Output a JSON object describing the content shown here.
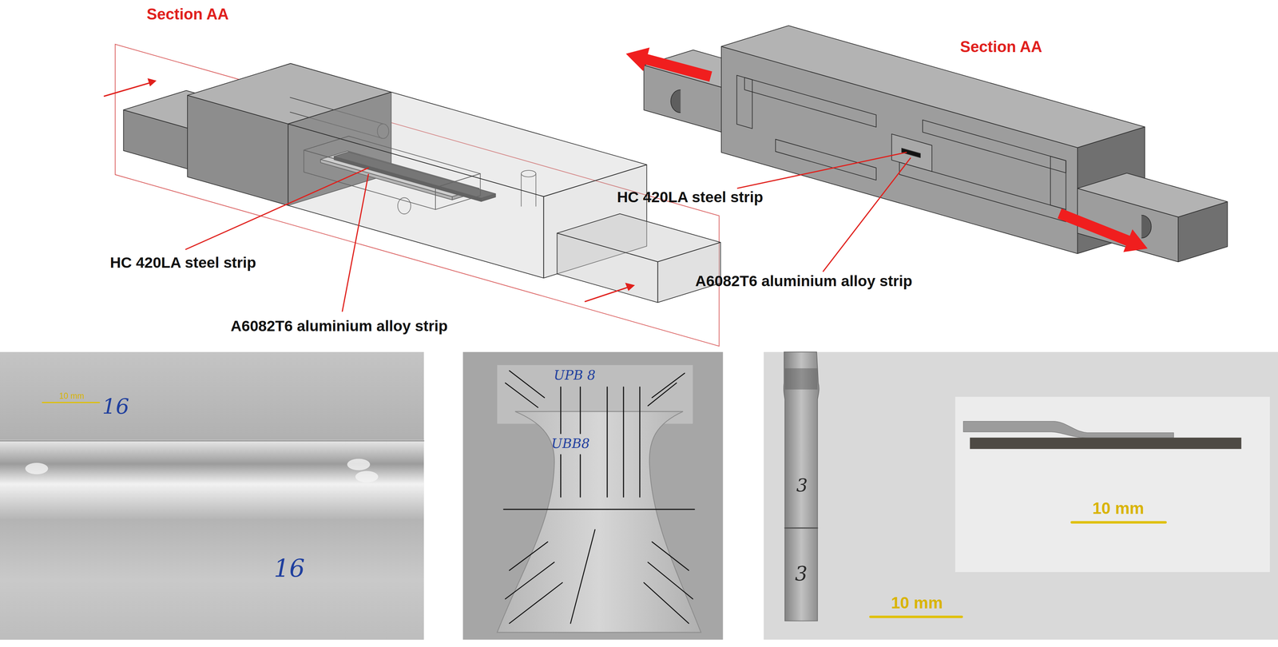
{
  "diagram": {
    "labels": [
      "Section AA",
      "Section AA",
      "HC 420LA steel strip",
      "A6082T6 aluminium alloy strip",
      "HC 420LA steel strip",
      "A6082T6 aluminium alloy strip",
      "10 mm",
      "16",
      "16",
      "UPB 8",
      "UBB8",
      "3",
      "3",
      "10 mm",
      "10 mm"
    ]
  }
}
